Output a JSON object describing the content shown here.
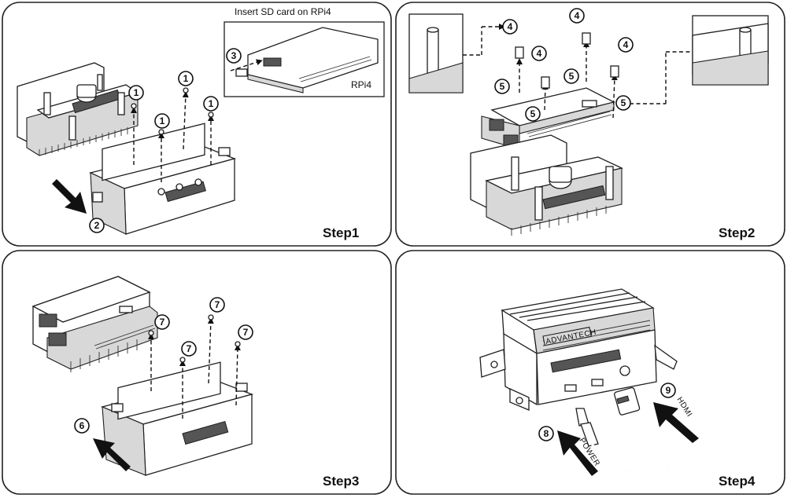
{
  "panels": [
    {
      "step_label": "Step1",
      "insert_note": "Insert  SD card on RPi4",
      "board_label": "RPi4",
      "callouts": [
        "1",
        "1",
        "1",
        "1",
        "2",
        "3"
      ]
    },
    {
      "step_label": "Step2",
      "callouts": [
        "4",
        "4",
        "4",
        "4",
        "5",
        "5",
        "5",
        "5"
      ]
    },
    {
      "step_label": "Step3",
      "callouts": [
        "7",
        "7",
        "7",
        "7",
        "6"
      ]
    },
    {
      "step_label": "Step4",
      "device_brand": "ADVANTECH",
      "callouts": [
        "8",
        "9"
      ],
      "cable_labels": [
        "POWER",
        "HDMI"
      ]
    }
  ]
}
